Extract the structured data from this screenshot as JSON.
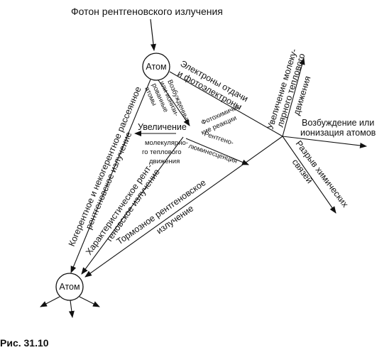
{
  "title": "Фотон рентгеновского излучения",
  "atom_top": "Атом",
  "atom_bottom": "Атом",
  "labels": {
    "electrons_1": "Электроны отдачи",
    "electrons_2": "и фотоэлектроны",
    "excited_1": "Возбужденные",
    "excited_2": "или ионизи-",
    "excited_3": "рованные",
    "excited_4": "атомы",
    "increase": "Увеличение",
    "mol_1": "молекулярно-",
    "mol_2": "го теплового",
    "mol_3": "движения",
    "photochem_1": "Фотохимичес-",
    "photochem_2": "кие реакции",
    "xlum_1": "Рентгено-",
    "xlum_2": "люминесценция",
    "coherent_1": "Когерентное и некогерентное рассеянное",
    "coherent_2": "рентгеновское излучение",
    "characteristic_1": "Характеристическое рент-",
    "characteristic_2": "геновское излучение",
    "brems_1": "Тормозное рентгеновское",
    "brems_2": "излучение",
    "thermal_1": "Увеличение молеку-",
    "thermal_2": "лярного теплового",
    "thermal_3": "движения",
    "excitation_1": "Возбуждение или",
    "excitation_2": "ионизация атомов",
    "rupture_1": "Разрыв химических",
    "rupture_2": "связей"
  },
  "caption": "Рис. 31.10"
}
